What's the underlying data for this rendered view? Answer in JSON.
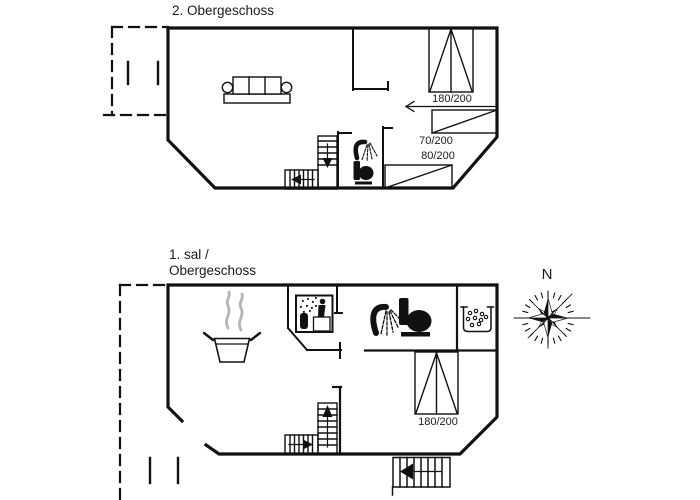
{
  "page": {
    "background": "#ffffff",
    "line_color": "#1a1a1a"
  },
  "upper_floor": {
    "title": "2. Obergeschoss",
    "window_label": "180/200",
    "roof_window_label_1": "70/200",
    "roof_window_label_2": "80/200",
    "icons": [
      "sofa",
      "staircase-down",
      "shower",
      "toilet"
    ]
  },
  "lower_floor": {
    "title_line_1": "1. sal /",
    "title_line_2": "Obergeschoss",
    "window_label": "180/200",
    "icons": [
      "kitchen-pot",
      "sauna",
      "shower",
      "toilet",
      "whirlpool",
      "staircase-up",
      "entrance-stairs"
    ]
  },
  "compass": {
    "north_label": "N"
  }
}
